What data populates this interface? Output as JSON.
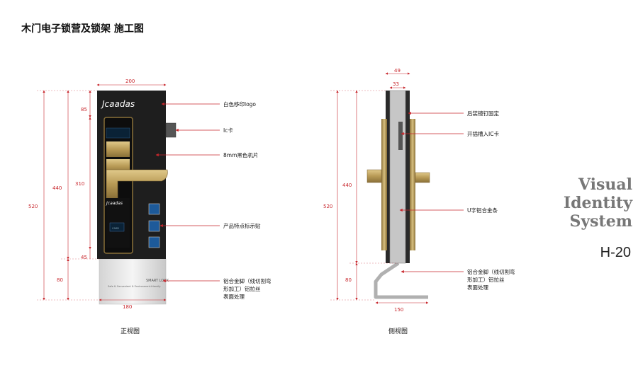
{
  "title": "木门电子锁营及锁架 施工图",
  "brand": {
    "lines": [
      "Visual",
      "Identity",
      "System"
    ],
    "code": "H-20",
    "title_color": "#777777"
  },
  "colors": {
    "dimension": "#c8262c",
    "panel": "#1e1e1e",
    "gold": "#b89a55"
  },
  "front_view": {
    "caption": "正视图",
    "logo_text": "Jcaadas",
    "bottom_logo_text": "Jcaadas",
    "stand_text_1": "SMART LOCK",
    "stand_text_2": "Safe & Convenient & Environment-friendly",
    "card_slot_text": "CARD",
    "dims": {
      "top": "200",
      "total": "520",
      "panel": "440",
      "lock": "310",
      "d85": "85",
      "d45": "45",
      "d80": "80",
      "bottom": "180"
    },
    "annotations": [
      "白色移印logo",
      "Ic卡",
      "8mm黑色机片",
      "产品特点标示贴",
      "铝合金脚（线切割弯",
      "形加工）铝拉丝",
      "表面处理"
    ]
  },
  "side_view": {
    "caption": "侧视图",
    "dims": {
      "d49": "49",
      "d33": "33",
      "total": "520",
      "panel": "440",
      "d80": "80",
      "bottom": "150"
    },
    "annotations": [
      "后装镜钉固定",
      "开插槽入IC卡",
      "U字铝合金条",
      "铝合金脚（线切割弯",
      "形加工）铝拉丝",
      "表面处理"
    ]
  }
}
